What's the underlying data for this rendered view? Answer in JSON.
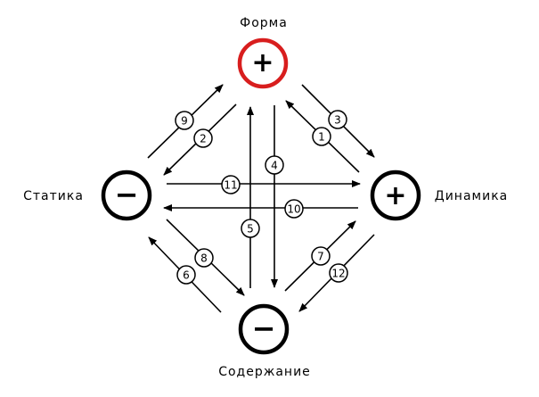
{
  "nodes": {
    "top": {
      "label": "Форма",
      "sign": "+",
      "ring_color": "#d81e1e"
    },
    "left": {
      "label": "Статика",
      "sign": "−",
      "ring_color": "#000000"
    },
    "right": {
      "label": "Динамика",
      "sign": "+",
      "ring_color": "#000000"
    },
    "bottom": {
      "label": "Содержание",
      "sign": "−",
      "ring_color": "#000000"
    }
  },
  "arrows": [
    {
      "number": "1",
      "from": "right",
      "to": "top"
    },
    {
      "number": "2",
      "from": "top",
      "to": "left"
    },
    {
      "number": "3",
      "from": "top",
      "to": "right"
    },
    {
      "number": "4",
      "from": "top",
      "to": "bottom"
    },
    {
      "number": "5",
      "from": "bottom",
      "to": "top"
    },
    {
      "number": "6",
      "from": "bottom",
      "to": "left"
    },
    {
      "number": "7",
      "from": "bottom",
      "to": "right"
    },
    {
      "number": "8",
      "from": "left",
      "to": "bottom"
    },
    {
      "number": "9",
      "from": "left",
      "to": "top"
    },
    {
      "number": "10",
      "from": "right",
      "to": "left"
    },
    {
      "number": "11",
      "from": "left",
      "to": "right"
    },
    {
      "number": "12",
      "from": "right",
      "to": "bottom"
    }
  ]
}
